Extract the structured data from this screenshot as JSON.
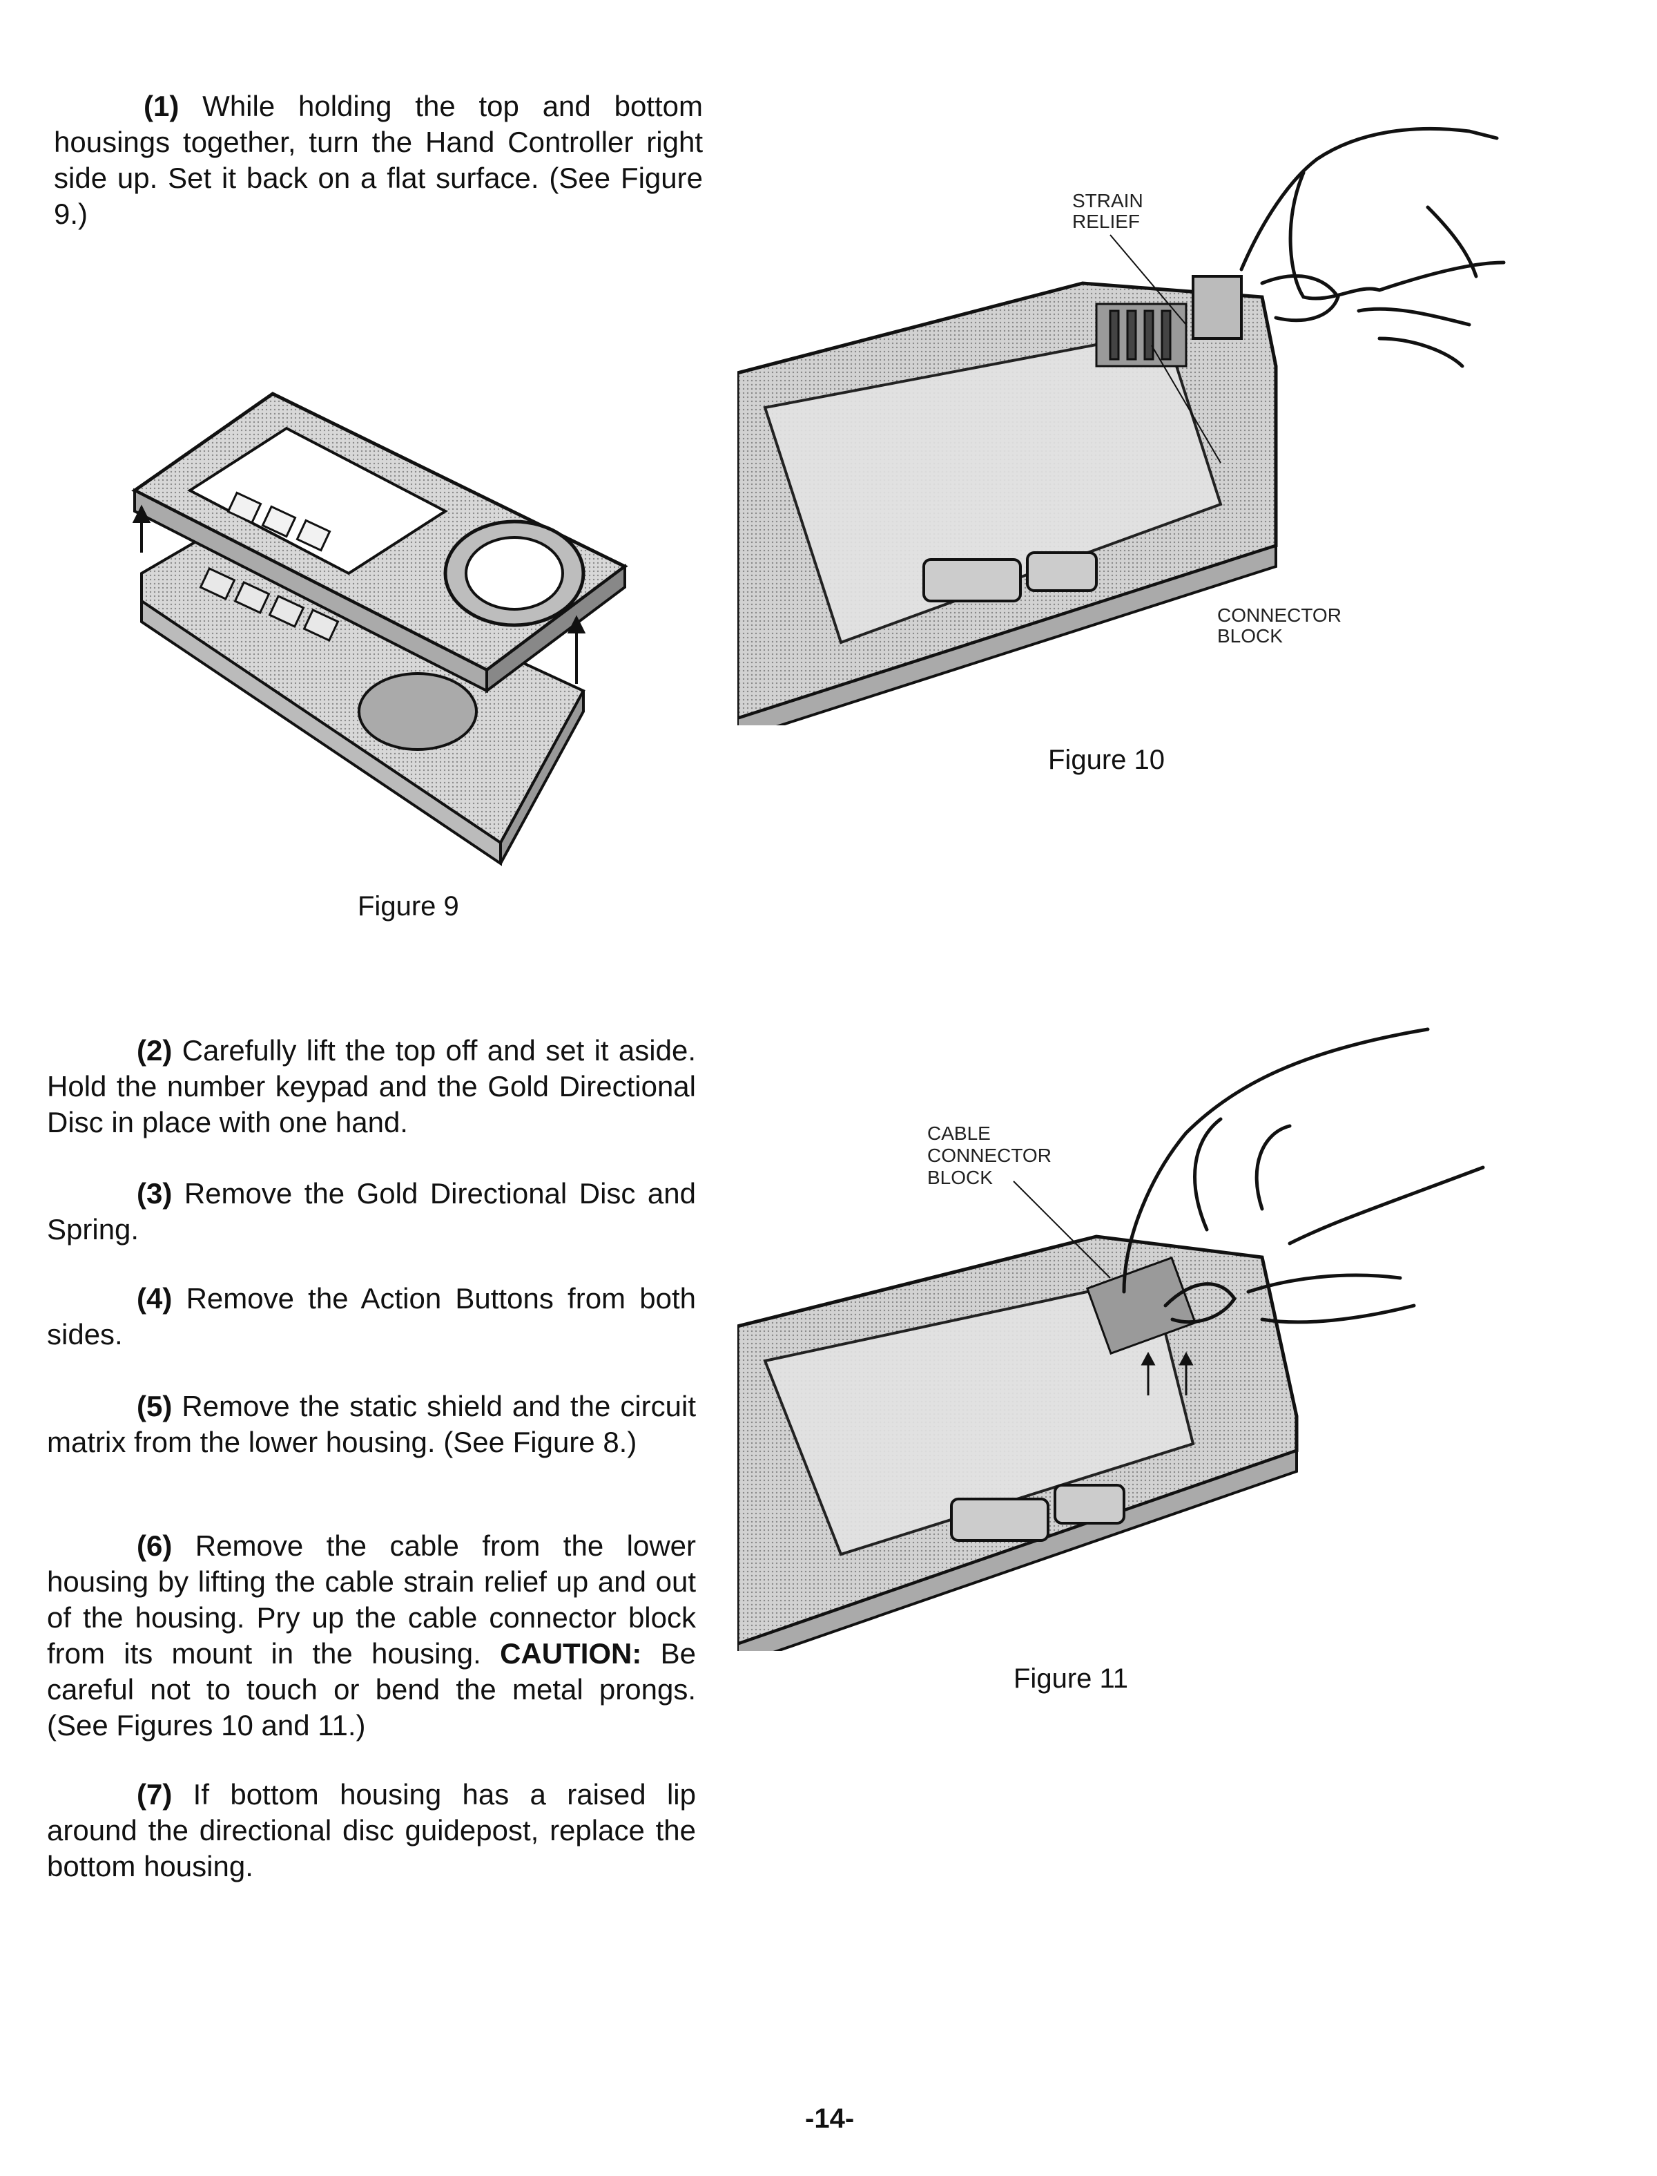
{
  "steps": [
    {
      "num": "(1)",
      "text": "While holding the top and bottom housings together, turn the Hand Controller right side up. Set it back on a flat surface. (See Figure 9.)"
    },
    {
      "num": "(2)",
      "text": "Carefully lift the top off and set it aside. Hold the number keypad and the Gold Directional Disc in place with one hand."
    },
    {
      "num": "(3)",
      "text": "Remove the Gold Directional Disc and Spring."
    },
    {
      "num": "(4)",
      "text": "Remove the Action Buttons from both sides."
    },
    {
      "num": "(5)",
      "text": "Remove the static shield and the circuit matrix from the lower housing. (See Figure 8.)"
    },
    {
      "num": "(6)",
      "text_before": "Remove the cable from the lower housing by lifting the cable strain relief up and out of the housing. Pry up the cable connector block from its mount in the housing.",
      "caution": "CAUTION:",
      "text_after": "Be careful not to touch or bend the metal prongs. (See Figures 10 and 11.)"
    },
    {
      "num": "(7)",
      "text": "If bottom housing has a raised lip around the directional disc guidepost, replace the bottom housing."
    }
  ],
  "figures": {
    "fig9": {
      "caption": "Figure 9"
    },
    "fig10": {
      "caption": "Figure 10",
      "label_strain_1": "STRAIN",
      "label_strain_2": "RELIEF",
      "label_conn_1": "CONNECTOR",
      "label_conn_2": "BLOCK"
    },
    "fig11": {
      "caption": "Figure 11",
      "label_1": "CABLE",
      "label_2": "CONNECTOR",
      "label_3": "BLOCK"
    }
  },
  "page_number": "-14-"
}
